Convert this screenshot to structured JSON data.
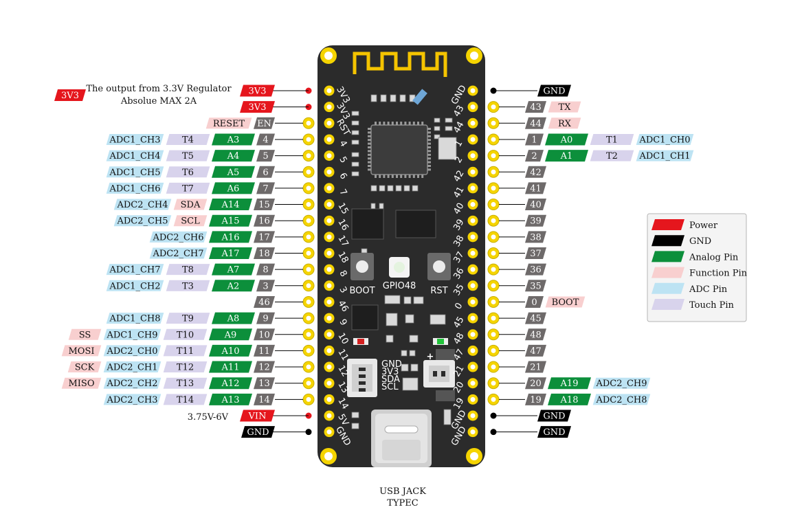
{
  "colors": {
    "Power": "#e5161d",
    "GND": "#000000",
    "Analog": "#0c8f3b",
    "Function": "#f8cfcf",
    "ADC": "#bde3f3",
    "Touch": "#d8d3ec",
    "Num": "#6e6a6a",
    "Board": "#2b2b2b"
  },
  "notes": {
    "regulator_tag": "3V3",
    "regulator_line1": "The output from 3.3V Regulator",
    "regulator_line2": "Absolue MAX 2A",
    "vin_range": "3.75V-6V",
    "usb_line1": "USB JACK",
    "usb_line2": "TYPEC"
  },
  "board": {
    "left_silk": [
      "3V3",
      "3V3",
      "RST",
      "4",
      "5",
      "6",
      "7",
      "15",
      "16",
      "17",
      "18",
      "8",
      "3",
      "46",
      "9",
      "10",
      "11",
      "12",
      "13",
      "14",
      "5V",
      "GND"
    ],
    "right_silk": [
      "GND",
      "43",
      "44",
      "1",
      "2",
      "42",
      "41",
      "40",
      "39",
      "38",
      "37",
      "36",
      "35",
      "0",
      "45",
      "48",
      "47",
      "21",
      "20",
      "19",
      "GND",
      "GND"
    ],
    "boot_label": "BOOT",
    "led_label": "GPIO48",
    "rst_label": "RST",
    "conn_labels": [
      "GND",
      "3V3",
      "SDA",
      "SCL"
    ],
    "plus": "+"
  },
  "left_pins": [
    {
      "tags": [
        {
          "t": "3V3",
          "k": "Power"
        }
      ]
    },
    {
      "tags": [
        {
          "t": "3V3",
          "k": "Power"
        }
      ]
    },
    {
      "tags": [
        {
          "t": "RESET",
          "k": "Function"
        },
        {
          "t": "EN",
          "k": "Num"
        }
      ]
    },
    {
      "tags": [
        {
          "t": "ADC1_CH3",
          "k": "ADC"
        },
        {
          "t": "T4",
          "k": "Touch"
        },
        {
          "t": "A3",
          "k": "Analog"
        },
        {
          "t": "4",
          "k": "Num"
        }
      ]
    },
    {
      "tags": [
        {
          "t": "ADC1_CH4",
          "k": "ADC"
        },
        {
          "t": "T5",
          "k": "Touch"
        },
        {
          "t": "A4",
          "k": "Analog"
        },
        {
          "t": "5",
          "k": "Num"
        }
      ]
    },
    {
      "tags": [
        {
          "t": "ADC1_CH5",
          "k": "ADC"
        },
        {
          "t": "T6",
          "k": "Touch"
        },
        {
          "t": "A5",
          "k": "Analog"
        },
        {
          "t": "6",
          "k": "Num"
        }
      ]
    },
    {
      "tags": [
        {
          "t": "ADC1_CH6",
          "k": "ADC"
        },
        {
          "t": "T7",
          "k": "Touch"
        },
        {
          "t": "A6",
          "k": "Analog"
        },
        {
          "t": "7",
          "k": "Num"
        }
      ]
    },
    {
      "tags": [
        {
          "t": "ADC2_CH4",
          "k": "ADC"
        },
        {
          "t": "SDA",
          "k": "Function"
        },
        {
          "t": "A14",
          "k": "Analog"
        },
        {
          "t": "15",
          "k": "Num"
        }
      ]
    },
    {
      "tags": [
        {
          "t": "ADC2_CH5",
          "k": "ADC"
        },
        {
          "t": "SCL",
          "k": "Function"
        },
        {
          "t": "A15",
          "k": "Analog"
        },
        {
          "t": "16",
          "k": "Num"
        }
      ]
    },
    {
      "tags": [
        {
          "t": "ADC2_CH6",
          "k": "ADC"
        },
        {
          "t": "A16",
          "k": "Analog"
        },
        {
          "t": "17",
          "k": "Num"
        }
      ]
    },
    {
      "tags": [
        {
          "t": "ADC2_CH7",
          "k": "ADC"
        },
        {
          "t": "A17",
          "k": "Analog"
        },
        {
          "t": "18",
          "k": "Num"
        }
      ]
    },
    {
      "tags": [
        {
          "t": "ADC1_CH7",
          "k": "ADC"
        },
        {
          "t": "T8",
          "k": "Touch"
        },
        {
          "t": "A7",
          "k": "Analog"
        },
        {
          "t": "8",
          "k": "Num"
        }
      ]
    },
    {
      "tags": [
        {
          "t": "ADC1_CH2",
          "k": "ADC"
        },
        {
          "t": "T3",
          "k": "Touch"
        },
        {
          "t": "A2",
          "k": "Analog"
        },
        {
          "t": "3",
          "k": "Num"
        }
      ]
    },
    {
      "tags": [
        {
          "t": "46",
          "k": "Num"
        }
      ]
    },
    {
      "tags": [
        {
          "t": "ADC1_CH8",
          "k": "ADC"
        },
        {
          "t": "T9",
          "k": "Touch"
        },
        {
          "t": "A8",
          "k": "Analog"
        },
        {
          "t": "9",
          "k": "Num"
        }
      ]
    },
    {
      "tags": [
        {
          "t": "SS",
          "k": "Function"
        },
        {
          "t": "ADC1_CH9",
          "k": "ADC"
        },
        {
          "t": "T10",
          "k": "Touch"
        },
        {
          "t": "A9",
          "k": "Analog"
        },
        {
          "t": "10",
          "k": "Num"
        }
      ]
    },
    {
      "tags": [
        {
          "t": "MOSI",
          "k": "Function"
        },
        {
          "t": "ADC2_CH0",
          "k": "ADC"
        },
        {
          "t": "T11",
          "k": "Touch"
        },
        {
          "t": "A10",
          "k": "Analog"
        },
        {
          "t": "11",
          "k": "Num"
        }
      ]
    },
    {
      "tags": [
        {
          "t": "SCK",
          "k": "Function"
        },
        {
          "t": "ADC2_CH1",
          "k": "ADC"
        },
        {
          "t": "T12",
          "k": "Touch"
        },
        {
          "t": "A11",
          "k": "Analog"
        },
        {
          "t": "12",
          "k": "Num"
        }
      ]
    },
    {
      "tags": [
        {
          "t": "MISO",
          "k": "Function"
        },
        {
          "t": "ADC2_CH2",
          "k": "ADC"
        },
        {
          "t": "T13",
          "k": "Touch"
        },
        {
          "t": "A12",
          "k": "Analog"
        },
        {
          "t": "13",
          "k": "Num"
        }
      ]
    },
    {
      "tags": [
        {
          "t": "ADC2_CH3",
          "k": "ADC"
        },
        {
          "t": "T14",
          "k": "Touch"
        },
        {
          "t": "A13",
          "k": "Analog"
        },
        {
          "t": "14",
          "k": "Num"
        }
      ]
    },
    {
      "tags": [
        {
          "t": "VIN",
          "k": "Power"
        }
      ]
    },
    {
      "tags": [
        {
          "t": "GND",
          "k": "GND"
        }
      ]
    }
  ],
  "right_pins": [
    {
      "tags": [
        {
          "t": "GND",
          "k": "GND"
        }
      ]
    },
    {
      "tags": [
        {
          "t": "43",
          "k": "Num"
        },
        {
          "t": "TX",
          "k": "Function"
        }
      ]
    },
    {
      "tags": [
        {
          "t": "44",
          "k": "Num"
        },
        {
          "t": "RX",
          "k": "Function"
        }
      ]
    },
    {
      "tags": [
        {
          "t": "1",
          "k": "Num"
        },
        {
          "t": "A0",
          "k": "Analog"
        },
        {
          "t": "T1",
          "k": "Touch"
        },
        {
          "t": "ADC1_CH0",
          "k": "ADC"
        }
      ]
    },
    {
      "tags": [
        {
          "t": "2",
          "k": "Num"
        },
        {
          "t": "A1",
          "k": "Analog"
        },
        {
          "t": "T2",
          "k": "Touch"
        },
        {
          "t": "ADC1_CH1",
          "k": "ADC"
        }
      ]
    },
    {
      "tags": [
        {
          "t": "42",
          "k": "Num"
        }
      ]
    },
    {
      "tags": [
        {
          "t": "41",
          "k": "Num"
        }
      ]
    },
    {
      "tags": [
        {
          "t": "40",
          "k": "Num"
        }
      ]
    },
    {
      "tags": [
        {
          "t": "39",
          "k": "Num"
        }
      ]
    },
    {
      "tags": [
        {
          "t": "38",
          "k": "Num"
        }
      ]
    },
    {
      "tags": [
        {
          "t": "37",
          "k": "Num"
        }
      ]
    },
    {
      "tags": [
        {
          "t": "36",
          "k": "Num"
        }
      ]
    },
    {
      "tags": [
        {
          "t": "35",
          "k": "Num"
        }
      ]
    },
    {
      "tags": [
        {
          "t": "0",
          "k": "Num"
        },
        {
          "t": "BOOT",
          "k": "Function"
        }
      ]
    },
    {
      "tags": [
        {
          "t": "45",
          "k": "Num"
        }
      ]
    },
    {
      "tags": [
        {
          "t": "48",
          "k": "Num"
        }
      ]
    },
    {
      "tags": [
        {
          "t": "47",
          "k": "Num"
        }
      ]
    },
    {
      "tags": [
        {
          "t": "21",
          "k": "Num"
        }
      ]
    },
    {
      "tags": [
        {
          "t": "20",
          "k": "Num"
        },
        {
          "t": "A19",
          "k": "Analog"
        },
        {
          "t": "ADC2_CH9",
          "k": "ADC"
        }
      ]
    },
    {
      "tags": [
        {
          "t": "19",
          "k": "Num"
        },
        {
          "t": "A18",
          "k": "Analog"
        },
        {
          "t": "ADC2_CH8",
          "k": "ADC"
        }
      ]
    },
    {
      "tags": [
        {
          "t": "GND",
          "k": "GND"
        }
      ]
    },
    {
      "tags": [
        {
          "t": "GND",
          "k": "GND"
        }
      ]
    }
  ],
  "legend": [
    {
      "label": "Power",
      "k": "Power"
    },
    {
      "label": "GND",
      "k": "GND"
    },
    {
      "label": "Analog Pin",
      "k": "Analog"
    },
    {
      "label": "Function Pin",
      "k": "Function"
    },
    {
      "label": "ADC Pin",
      "k": "ADC"
    },
    {
      "label": "Touch Pin",
      "k": "Touch"
    }
  ]
}
